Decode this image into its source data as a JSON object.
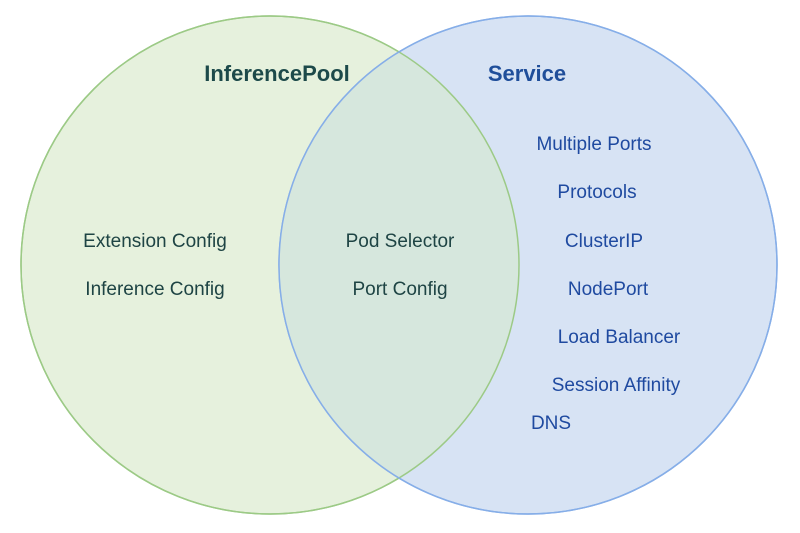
{
  "colors": {
    "left_fill": "#e6f1dd",
    "left_stroke": "#9cca86",
    "right_fill": "#d7e3f4",
    "right_stroke": "#86aee8",
    "overlap_fill": "#d6e7dd",
    "left_title": "#1d4a4a",
    "right_title": "#1f4e9a",
    "left_text": "#1e4444",
    "right_text": "#1f4aa0"
  },
  "left_set": {
    "title": "InferencePool",
    "items": [
      "Extension Config",
      "Inference Config"
    ]
  },
  "intersection": {
    "items": [
      "Pod Selector",
      "Port Config"
    ]
  },
  "right_set": {
    "title": "Service",
    "items": [
      "Multiple Ports",
      "Protocols",
      "ClusterIP",
      "NodePort",
      "Load Balancer",
      "Session Affinity",
      "DNS"
    ]
  }
}
